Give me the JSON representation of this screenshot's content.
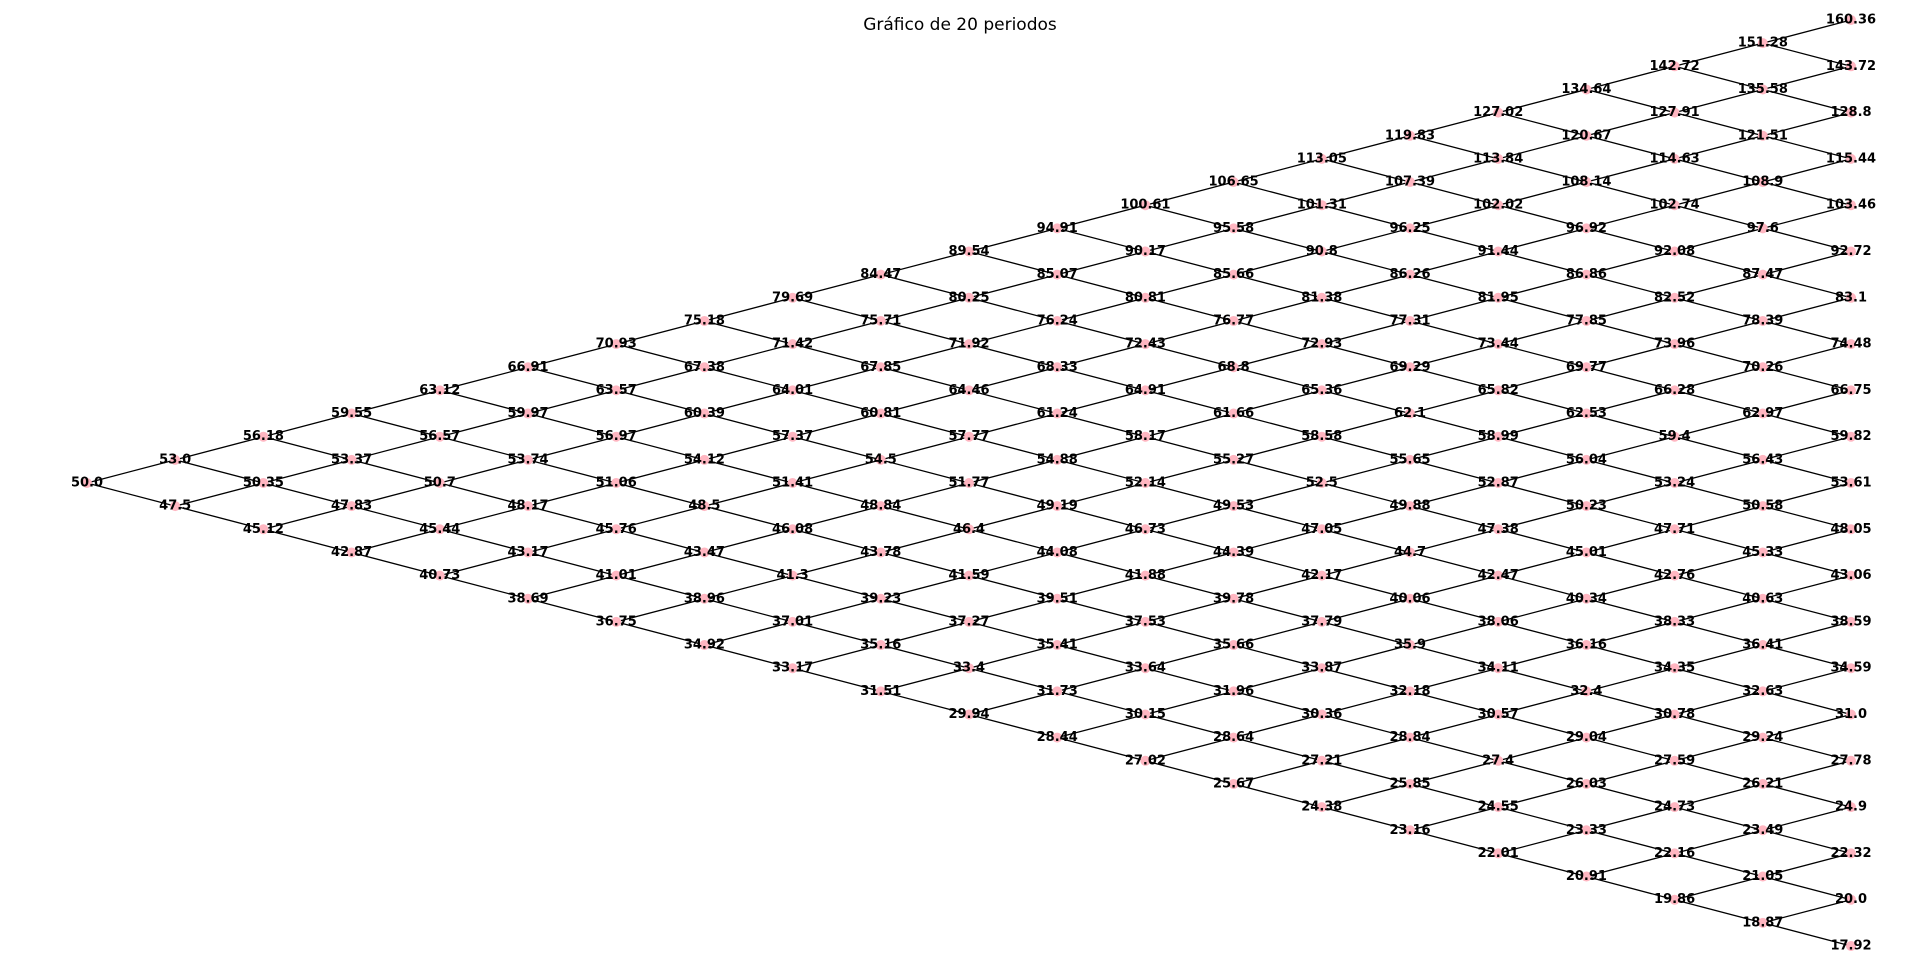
{
  "title": "Gráfico de 20 periodos",
  "colors": {
    "node": "#ffb6c1",
    "edge": "#000000",
    "label": "#000000",
    "background": "#ffffff"
  },
  "chart_data": {
    "type": "binomial-tree",
    "periods": 20,
    "levels": [
      [
        "50.0"
      ],
      [
        "53.0",
        "47.5"
      ],
      [
        "56.18",
        "50.35",
        "45.12"
      ],
      [
        "59.55",
        "53.37",
        "47.83",
        "42.87"
      ],
      [
        "63.12",
        "56.57",
        "50.7",
        "45.44",
        "40.73"
      ],
      [
        "66.91",
        "59.97",
        "53.74",
        "48.17",
        "43.17",
        "38.69"
      ],
      [
        "70.93",
        "63.57",
        "56.97",
        "51.06",
        "45.76",
        "41.01",
        "36.75"
      ],
      [
        "75.18",
        "67.38",
        "60.39",
        "54.12",
        "48.5",
        "43.47",
        "38.96",
        "34.92"
      ],
      [
        "79.69",
        "71.42",
        "64.01",
        "57.37",
        "51.41",
        "46.08",
        "41.3",
        "37.01",
        "33.17"
      ],
      [
        "84.47",
        "75.71",
        "67.85",
        "60.81",
        "54.5",
        "48.84",
        "43.78",
        "39.23",
        "35.16",
        "31.51"
      ],
      [
        "89.54",
        "80.25",
        "71.92",
        "64.46",
        "57.77",
        "51.77",
        "46.4",
        "41.59",
        "37.27",
        "33.4",
        "29.94"
      ],
      [
        "94.91",
        "85.07",
        "76.24",
        "68.33",
        "61.24",
        "54.88",
        "49.19",
        "44.08",
        "39.51",
        "35.41",
        "31.73",
        "28.44"
      ],
      [
        "100.61",
        "90.17",
        "80.81",
        "72.43",
        "64.91",
        "58.17",
        "52.14",
        "46.73",
        "41.88",
        "37.53",
        "33.64",
        "30.15",
        "27.02"
      ],
      [
        "106.65",
        "95.58",
        "85.66",
        "76.77",
        "68.8",
        "61.66",
        "55.27",
        "49.53",
        "44.39",
        "39.78",
        "35.66",
        "31.96",
        "28.64",
        "25.67"
      ],
      [
        "113.05",
        "101.31",
        "90.8",
        "81.38",
        "72.93",
        "65.36",
        "58.58",
        "52.5",
        "47.05",
        "42.17",
        "37.79",
        "33.87",
        "30.36",
        "27.21",
        "24.38"
      ],
      [
        "119.83",
        "107.39",
        "96.25",
        "86.26",
        "77.31",
        "69.29",
        "62.1",
        "55.65",
        "49.88",
        "44.7",
        "40.06",
        "35.9",
        "32.18",
        "28.84",
        "25.85",
        "23.16"
      ],
      [
        "127.02",
        "113.84",
        "102.02",
        "91.44",
        "81.95",
        "73.44",
        "65.82",
        "58.99",
        "52.87",
        "47.38",
        "42.47",
        "38.06",
        "34.11",
        "30.57",
        "27.4",
        "24.55",
        "22.01"
      ],
      [
        "134.64",
        "120.67",
        "108.14",
        "96.92",
        "86.86",
        "77.85",
        "69.77",
        "62.53",
        "56.04",
        "50.23",
        "45.01",
        "40.34",
        "36.16",
        "32.4",
        "29.04",
        "26.03",
        "23.33",
        "20.91"
      ],
      [
        "142.72",
        "127.91",
        "114.63",
        "102.74",
        "92.08",
        "82.52",
        "73.96",
        "66.28",
        "59.4",
        "53.24",
        "47.71",
        "42.76",
        "38.33",
        "34.35",
        "30.78",
        "27.59",
        "24.73",
        "22.16",
        "19.86"
      ],
      [
        "151.28",
        "135.58",
        "121.51",
        "108.9",
        "97.6",
        "87.47",
        "78.39",
        "70.26",
        "62.97",
        "56.43",
        "50.58",
        "45.33",
        "40.63",
        "36.41",
        "32.63",
        "29.24",
        "26.21",
        "23.49",
        "21.05",
        "18.87"
      ],
      [
        "160.36",
        "143.72",
        "128.8",
        "115.44",
        "103.46",
        "92.72",
        "83.1",
        "74.48",
        "66.75",
        "59.82",
        "53.61",
        "48.05",
        "43.06",
        "38.59",
        "34.59",
        "31.0",
        "27.78",
        "24.9",
        "22.32",
        "20.0",
        "17.92"
      ]
    ]
  }
}
